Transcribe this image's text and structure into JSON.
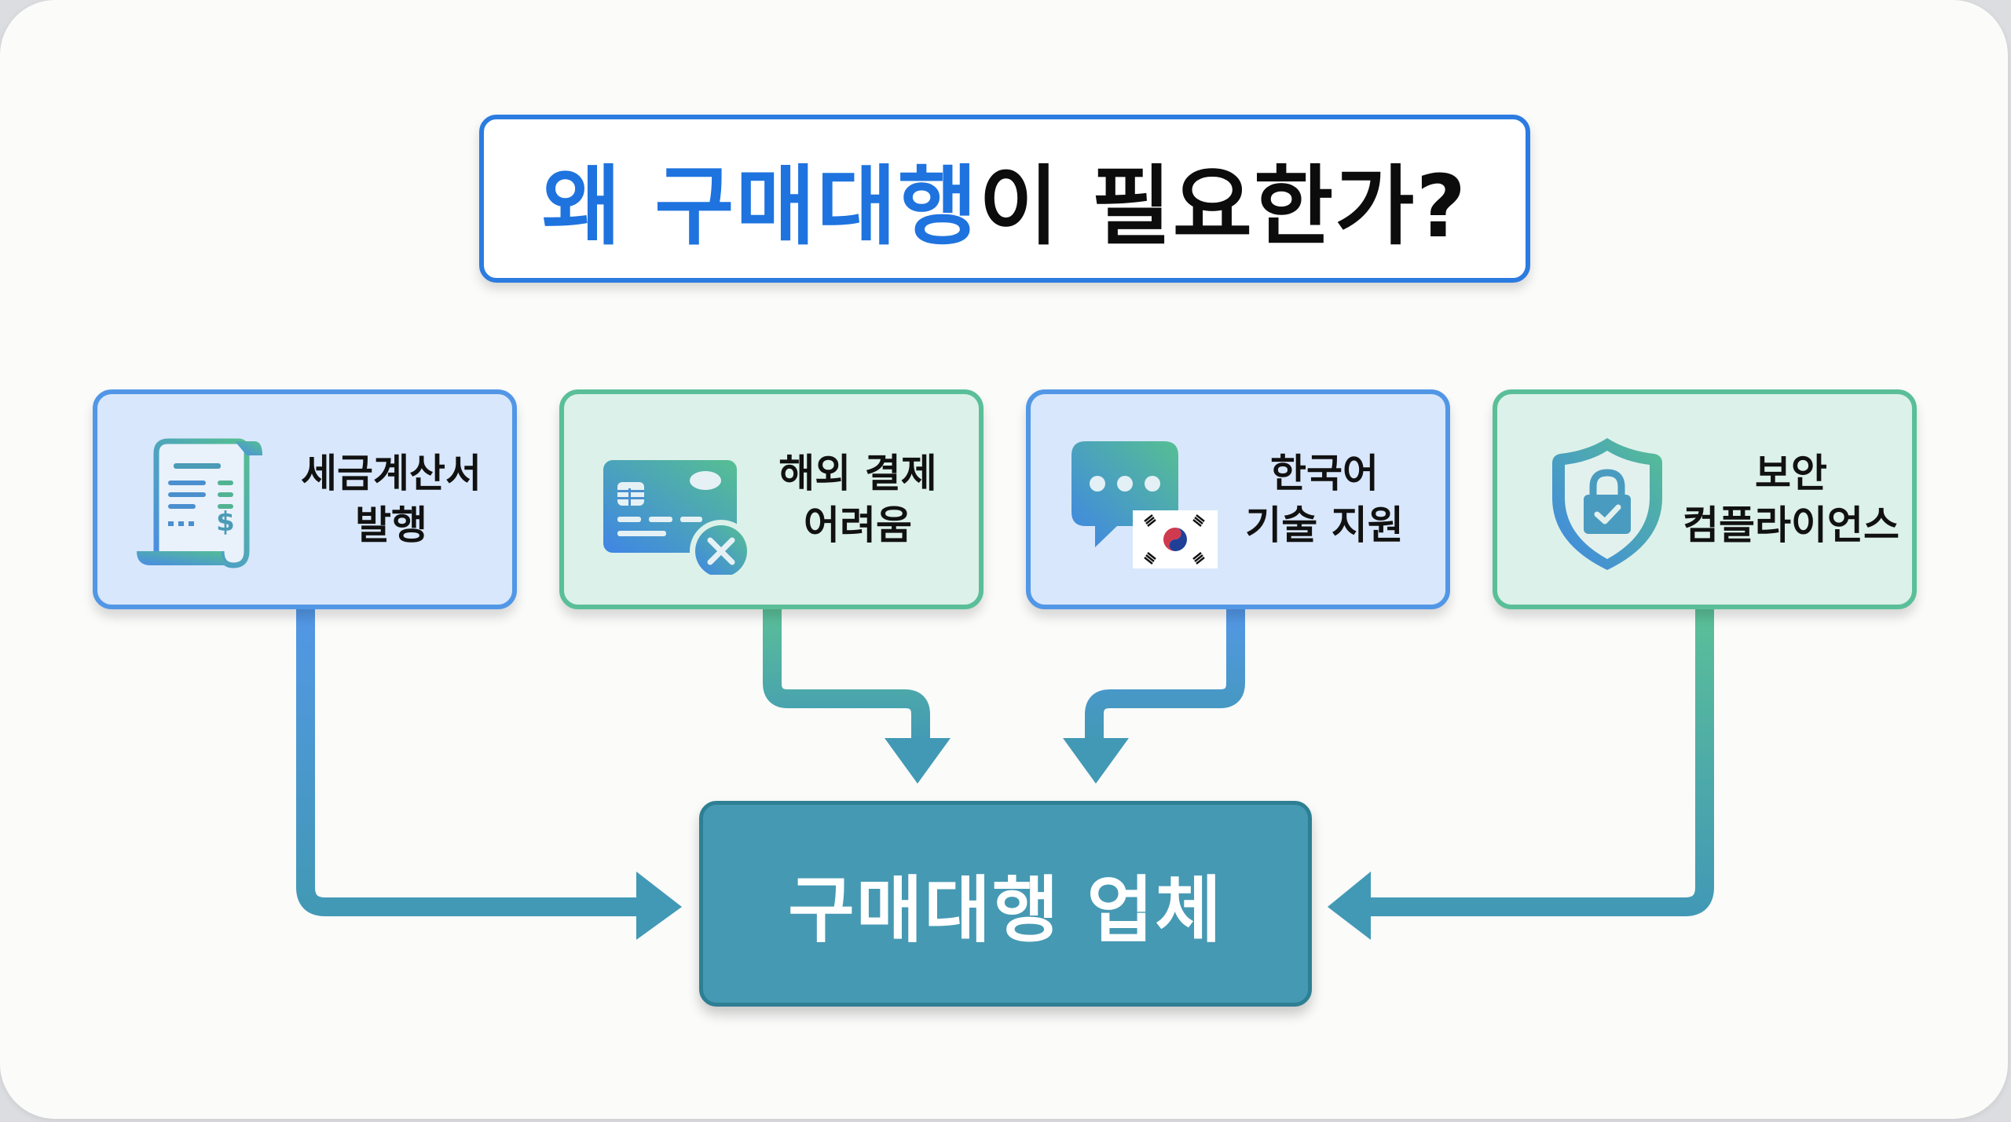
{
  "title": {
    "accent": "왜 구매대행",
    "rest": "이 필요한가?"
  },
  "cards": [
    {
      "id": "tax-invoice",
      "line1": "세금계산서",
      "line2": "발행",
      "icon": "receipt-icon",
      "theme": "blue"
    },
    {
      "id": "overseas-payment",
      "line1": "해외 결제",
      "line2": "어려움",
      "icon": "credit-card-declined-icon",
      "theme": "green"
    },
    {
      "id": "korean-support",
      "line1": "한국어",
      "line2": "기술 지원",
      "icon": "chat-korean-flag-icon",
      "theme": "blue"
    },
    {
      "id": "security-compliance",
      "line1": "보안",
      "line2": "컴플라이언스",
      "icon": "shield-lock-icon",
      "theme": "green"
    }
  ],
  "center": {
    "label": "구매대행 업체"
  },
  "colors": {
    "accent_blue": "#1e73df",
    "card_blue_border": "#5297e6",
    "card_green_border": "#5abf98",
    "center_fill": "#4599b3",
    "arrow": "#4299b5"
  }
}
